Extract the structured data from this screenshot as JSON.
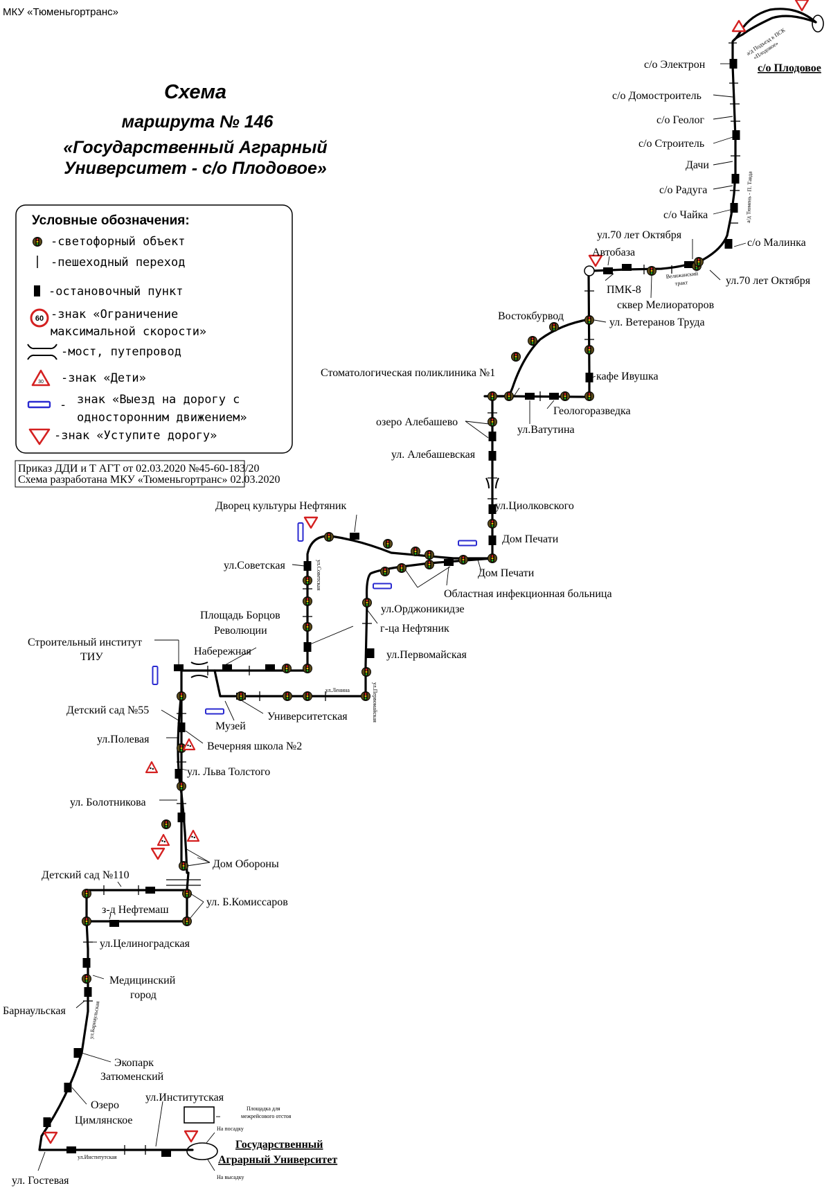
{
  "organization": "МКУ «Тюменьгортранс»",
  "title": {
    "line1": "Схема",
    "line2": "маршрута № 146",
    "line3": "«Государственный Аграрный",
    "line4": "Университет - с/о Плодовое»"
  },
  "legend": {
    "heading": "Условные обозначения:",
    "items": [
      {
        "icon": "traffic-light-icon",
        "lines": [
          "-светофорный объект"
        ]
      },
      {
        "icon": "pedestrian-crossing-icon",
        "lines": [
          "-пешеходный переход"
        ]
      },
      {
        "icon": "bus-stop-icon",
        "lines": [
          "-остановочный пункт"
        ]
      },
      {
        "icon": "speed-limit-sign-icon",
        "lines": [
          "-знак «Ограничение",
          "максимальной скорости»"
        ]
      },
      {
        "icon": "bridge-icon",
        "lines": [
          "-мост, путепровод"
        ]
      },
      {
        "icon": "children-sign-icon",
        "lines": [
          "-знак «Дети»"
        ]
      },
      {
        "icon": "one-way-exit-sign-icon",
        "lines": [
          "знак «Выезд на дорогу с",
          "односторонним движением»"
        ]
      },
      {
        "icon": "yield-sign-icon",
        "lines": [
          "-знак «Уступите дорогу»"
        ]
      }
    ],
    "speed_value": "60",
    "children_value": "30"
  },
  "order_note": {
    "line1": "Приказ ДДИ и Т АГТ от 02.03.2020 №45-60-183/20",
    "line2": "Схема разработана МКУ «Тюменьгортранс» 02.03.2020"
  },
  "stops": {
    "elektron": "с/о Электрон",
    "plodovoe": "с/о Плодовое",
    "domostroitel": "с/о Домостроитель",
    "geolog": "с/о Геолог",
    "stroitel": "с/о Строитель",
    "dachi": "Дачи",
    "raduga": "с/о Радуга",
    "chaika": "с/о Чайка",
    "malinka": "с/о Малинка",
    "oct70_a": "ул.70 лет Октября",
    "avtobaza": "Автобаза",
    "oct70_b": "ул.70 лет Октября",
    "pmk8": "ПМК-8",
    "skver": "сквер Мелиораторов",
    "vostokburvod": "Востокбурвод",
    "veteranov": "ул. Ветеранов Труда",
    "kafe": "кафе Ивушка",
    "stomat": "Стоматологическая поликлиника №1",
    "geologorazvedka": "Геологоразведка",
    "alebashevo_lake": "озеро Алебашево",
    "vatutina": "ул.Ватутина",
    "alebashevskaya": "ул. Алебашевская",
    "tsiolkovskogo": "ул.Циолковского",
    "dvorets": "Дворец культуры Нефтяник",
    "dom_pechati_1": "Дом Печати",
    "dom_pechati_2": "Дом Печати",
    "sovetskaya": "ул.Советская",
    "infek": "Областная инфекционная больница",
    "ordzhonikidze": "ул.Орджоникидзе",
    "ploshad_1": "Площадь Борцов",
    "ploshad_2": "Революции",
    "neftyanik_hotel": "г-ца Нефтяник",
    "stroit_inst_1": "Строительный институт",
    "stroit_inst_2": "ТИУ",
    "naberezhnaya": "Набережная",
    "pervomaiskaya": "ул.Первомайская",
    "universitetskaya": "Университетская",
    "muzei": "Музей",
    "detsad55": "Детский сад №55",
    "polevaya": "ул.Полевая",
    "vechernyaya": "Вечерняя школа №2",
    "tolstogo": "ул. Льва Толстого",
    "bolotnikova": "ул. Болотникова",
    "dom_oborony": "Дом Обороны",
    "detsad110": "Детский сад №110",
    "komissarov": "ул. Б.Комиссаров",
    "neftemash": "з-д Нефтемаш",
    "tselinogradskaya": "ул.Целиноградская",
    "med_1": "Медицинский",
    "med_2": "город",
    "barnaulskaya": "Барнаульская",
    "ekopark_1": "Экопарк",
    "ekopark_2": "Затюменский",
    "ozero_1": "Озеро",
    "ozero_2": "Цимлянское",
    "institutskaya": "ул.Институтская",
    "gostevaya": "ул. Гостевая",
    "terminal_1": "Государственный",
    "terminal_2": "Аграрный Университет"
  },
  "street_labels": {
    "podezd_1": "а/д Подъезд к ПСК",
    "podezd_2": "«Плодовое»",
    "tyumen_tavda": "а/д Тюмень - П. Тавда",
    "velizhanskiy_1": "Велижанский",
    "velizhanskiy_2": "тракт",
    "sovetskaya_v": "ул.Советская",
    "lenina": "ул.Ленина",
    "pervomaiskaya_v": "ул.Первомайская",
    "barnaulskaya_v": "ул.Барнаульская",
    "institutskaya_h": "ул.Институтская"
  },
  "terminal_notes": {
    "layover": [
      "Площадка для",
      "межрейсового отстоя"
    ],
    "boarding": "На посадку",
    "alighting": "На высадку"
  },
  "colors": {
    "line": "#000000",
    "sign_red": "#d42020",
    "one_way_blue": "#2a2ad0"
  }
}
